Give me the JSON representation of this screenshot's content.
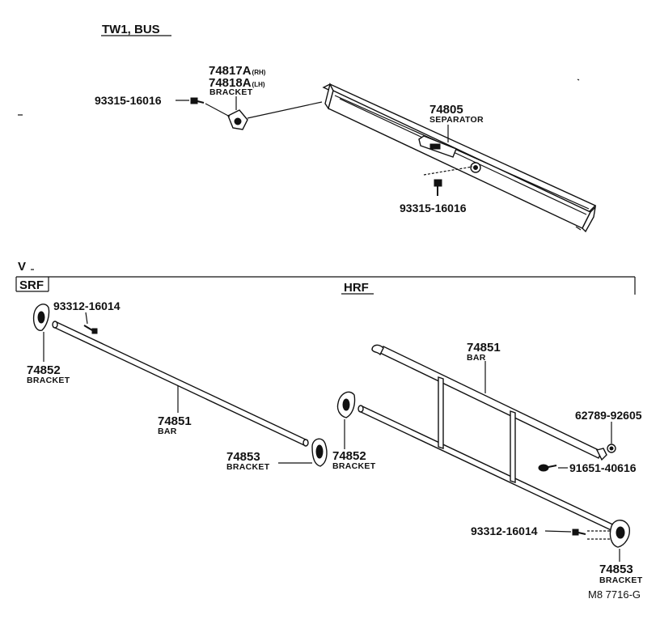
{
  "sections": {
    "top_title": "TW1, BUS",
    "v_label": "V",
    "srf_label": "SRF",
    "hrf_label": "HRF"
  },
  "parts": {
    "bracket_rh": "74817A",
    "bracket_rh_side": "(RH)",
    "bracket_lh": "74818A",
    "bracket_lh_side": "(LH)",
    "bracket_name": "BRACKET",
    "bolt_top_left": "93315-16016",
    "separator_no": "74805",
    "separator_name": "SEPARATOR",
    "bolt_top_bottom": "93315-16016",
    "srf_bolt": "93312-16014",
    "srf_bracket_no": "74852",
    "srf_bracket_name": "BRACKET",
    "srf_bar_no": "74851",
    "srf_bar_name": "BAR",
    "srf_bracket2_no": "74853",
    "srf_bracket2_name": "BRACKET",
    "hrf_bracket_no": "74852",
    "hrf_bracket_name": "BRACKET",
    "hrf_bar_no": "74851",
    "hrf_bar_name": "BAR",
    "hrf_cap": "62789-92605",
    "hrf_grommet": "91651-40616",
    "hrf_bolt": "93312-16014",
    "hrf_bracket2_no": "74853",
    "hrf_bracket2_name": "BRACKET"
  },
  "footer": {
    "figure_code": "M8 7716-G"
  }
}
